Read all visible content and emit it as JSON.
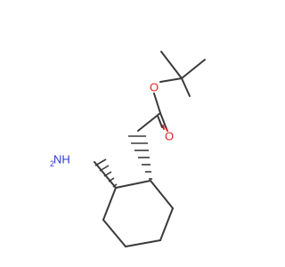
{
  "molecule": {
    "atoms": {
      "amine": "NH",
      "amine_h_count": "2",
      "ester_o": "O",
      "carbonyl_o": "O"
    },
    "colors": {
      "bond": "#3a3a3a",
      "nitrogen": "#2b3bd6",
      "oxygen": "#e0231b",
      "background": "#ffffff"
    }
  }
}
